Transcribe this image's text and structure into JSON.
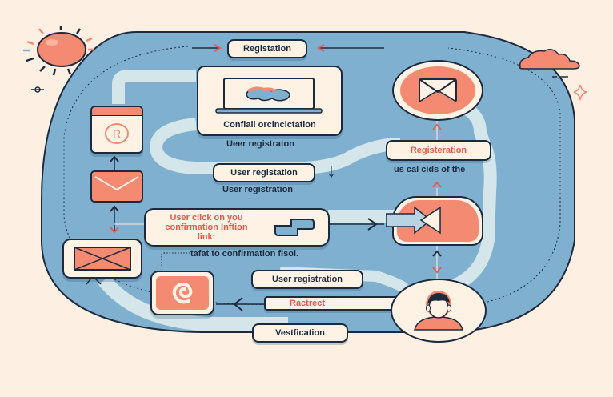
{
  "diagram": {
    "title_label": "Registation",
    "laptop_caption": "Confiall orcincictation",
    "user_registration_caption_1": "Ueer registraton",
    "user_registration_box": "User registation",
    "user_registration_caption_2": "User registration",
    "registration_box": "Registeration",
    "email_step_caption": "us cal cids of the",
    "click_link_box": [
      "User click on you",
      "confirmation Inftion",
      "link:"
    ],
    "redirect_caption": "tafat to confirmation fisol.",
    "user_registration_box_2": "User registration",
    "redirect_box": "Ractrect",
    "verification_box": "Vestfication"
  },
  "icons": {
    "sun": "sun-icon",
    "cloud": "cloud-icon",
    "sparkle": "sparkle-icon",
    "laptop": "laptop-icon",
    "registered": "registered-icon",
    "envelope": "envelope-icon",
    "user": "user-avatar-icon",
    "play": "play-icon",
    "at": "at-sign-icon"
  },
  "colors": {
    "background": "#fdf0e2",
    "track": "#7fb0cf",
    "accent": "#f48a72",
    "outline": "#1d2a3e",
    "card": "#fdf2e4",
    "path": "#d4e6ea",
    "text_red": "#e65a4c"
  }
}
